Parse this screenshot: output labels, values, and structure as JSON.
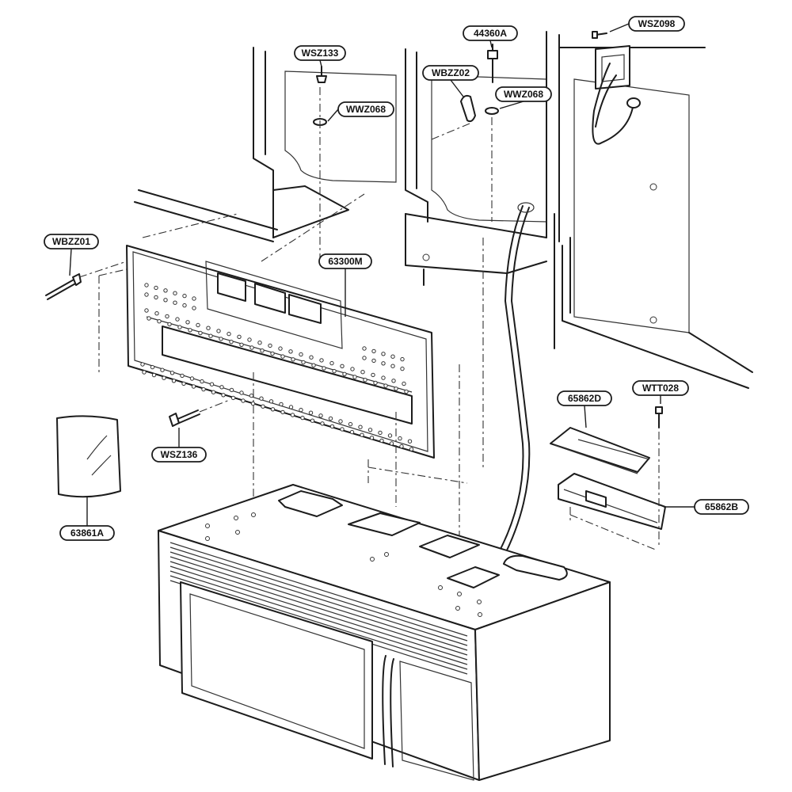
{
  "diagram": {
    "callouts": [
      {
        "id": "WSZ098"
      },
      {
        "id": "44360A"
      },
      {
        "id": "WSZ133"
      },
      {
        "id": "WBZZ02"
      },
      {
        "id": "WWZ068"
      },
      {
        "id": "WWZ068"
      },
      {
        "id": "WBZZ01"
      },
      {
        "id": "63300M"
      },
      {
        "id": "65862D"
      },
      {
        "id": "WTT028"
      },
      {
        "id": "WSZ136"
      },
      {
        "id": "65862B"
      },
      {
        "id": "63861A"
      }
    ]
  }
}
